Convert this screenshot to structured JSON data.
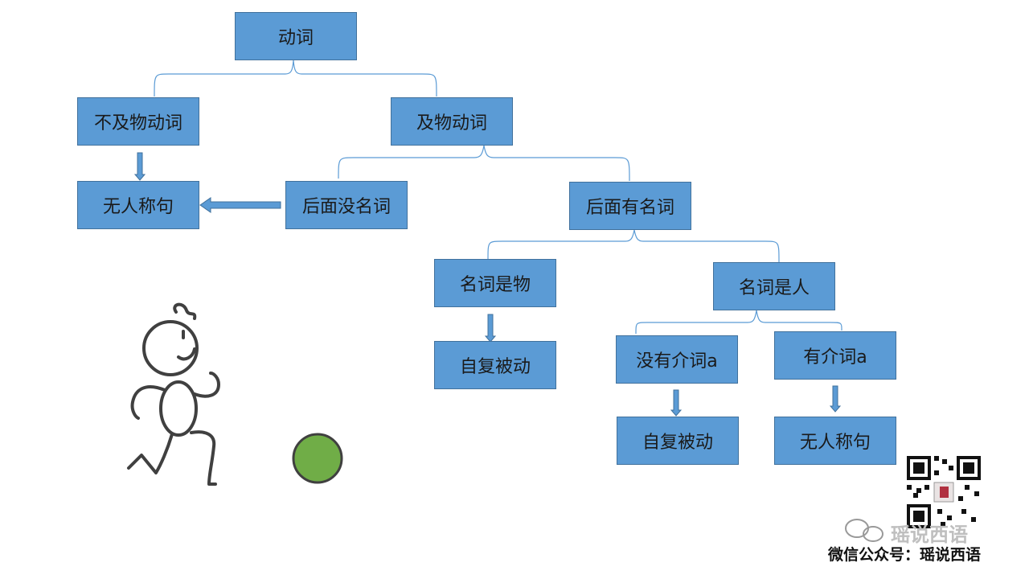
{
  "diagram": {
    "root": "动词",
    "intransitive": "不及物动词",
    "transitive": "及物动词",
    "impersonal_1": "无人称句",
    "no_noun_after": "后面没名词",
    "has_noun_after": "后面有名词",
    "noun_is_thing": "名词是物",
    "reflexive_passive_1": "自复被动",
    "noun_is_person": "名词是人",
    "no_preposition_a": "没有介词a",
    "has_preposition_a": "有介词a",
    "reflexive_passive_2": "自复被动",
    "impersonal_2": "无人称句"
  },
  "colors": {
    "box_fill": "#5b9bd5",
    "box_border": "#41719c",
    "ball": "#70ad47",
    "figure": "#404040"
  },
  "watermark": {
    "caption": "微信公众号：瑶说西语",
    "overlay_name": "瑶说西语"
  }
}
